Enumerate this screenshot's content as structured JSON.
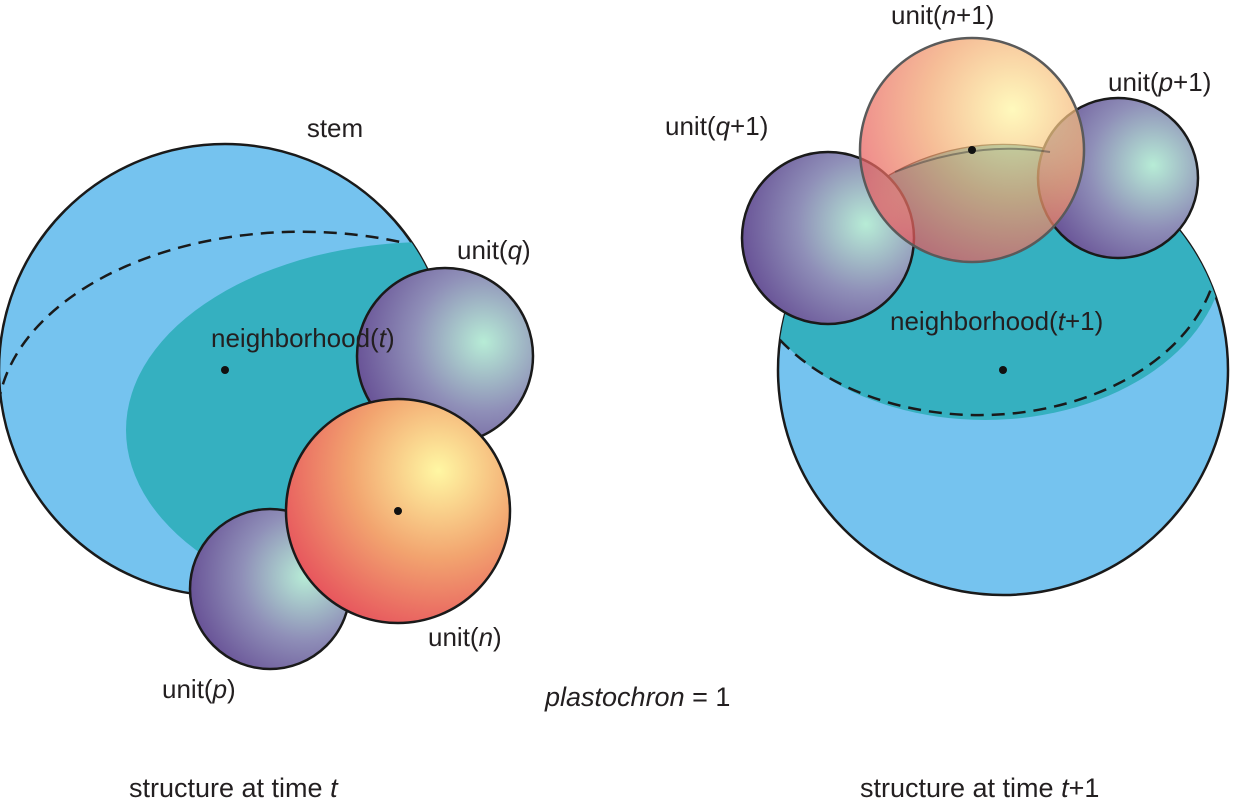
{
  "colors": {
    "stem": "#75c3ef",
    "neighborhood": "#35b0c0",
    "outline": "#1a1a1a",
    "unit_purple_dark": "#6f5a9c",
    "unit_purple_light": "#b7ecd6",
    "unit_red_dark": "#e8555e",
    "unit_red_light": "#fff59f"
  },
  "left": {
    "stem_label": "stem",
    "neighborhood_label": {
      "pre": "neighborhood(",
      "var": "t",
      "post": ")"
    },
    "unit_q_label": {
      "pre": "unit(",
      "var": "q",
      "post": ")"
    },
    "unit_n_label": {
      "pre": "unit(",
      "var": "n",
      "post": ")"
    },
    "unit_p_label": {
      "pre": "unit(",
      "var": "p",
      "post": ")"
    },
    "caption": {
      "pre": "structure at time ",
      "var": "t",
      "post": ""
    }
  },
  "center": {
    "plastochron": {
      "var": "plastochron",
      "post": " = 1"
    }
  },
  "right": {
    "neighborhood_label": {
      "pre": "neighborhood(",
      "var": "t",
      "post": "+1)"
    },
    "unit_n1_label": {
      "pre": "unit(",
      "var": "n",
      "post": "+1)"
    },
    "unit_p1_label": {
      "pre": "unit(",
      "var": "p",
      "post": "+1)"
    },
    "unit_q1_label": {
      "pre": "unit(",
      "var": "q",
      "post": "+1)"
    },
    "caption": {
      "pre": "structure at time ",
      "var": "t",
      "post": "+1"
    }
  }
}
